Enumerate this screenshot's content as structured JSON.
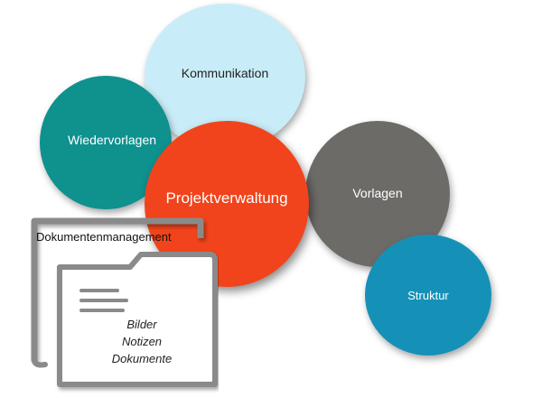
{
  "bubbles": {
    "kommunikation": "Kommunikation",
    "wiedervorlagen": "Wiedervorlagen",
    "projektverwaltung": "Projektverwaltung",
    "vorlagen": "Vorlagen",
    "struktur": "Struktur"
  },
  "document_panel": {
    "title": "Dokumentenmanagement",
    "items": [
      "Bilder",
      "Notizen",
      "Dokumente"
    ]
  },
  "colors": {
    "kommunikation": "#c9edf8",
    "wiedervorlagen": "#0f918e",
    "projektverwaltung": "#f1441c",
    "vorlagen": "#6d6b68",
    "struktur": "#1591b8",
    "folder_outline": "#8a8a8a"
  },
  "icons": [
    "folder-icon",
    "document-lines-icon"
  ]
}
